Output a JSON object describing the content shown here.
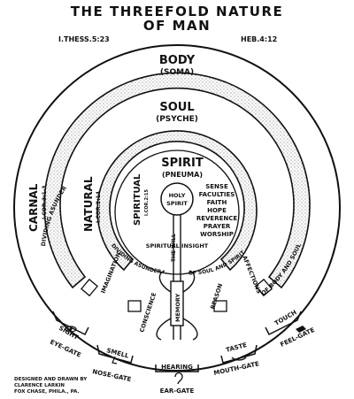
{
  "title_line1": "THE THREEFOLD NATURE",
  "title_line2": "OF MAN",
  "ref_left": "I.THESS.5:23",
  "ref_right": "HEB.4:12",
  "body": {
    "name": "BODY",
    "greek": "(SOMA)",
    "side_label": "CARNAL",
    "side_ref": "I.COR.3:1-3"
  },
  "soul": {
    "name": "SOUL",
    "greek": "(PSYCHE)",
    "side_label": "NATURAL",
    "side_ref": "I.COR.2:14"
  },
  "spirit": {
    "name": "SPIRIT",
    "greek": "(PNEUMA)",
    "side_label": "SPIRITUAL",
    "side_ref": "I.COR.2:15"
  },
  "holy_spirit": [
    "HOLY",
    "SPIRIT"
  ],
  "spirit_faculties": [
    "SENSE",
    "FACULTIES",
    "FAITH",
    "HOPE",
    "REVERENCE",
    "PRAYER",
    "WORSHIP"
  ],
  "band_texts": {
    "dividing_asunder": "DIVIDING ASUNDER",
    "of_body_and_soul": "OF BODY AND SOUL",
    "dividing_asunder_inner": "DIVIDING ASUNDER",
    "of_soul_and_spirit": "OF SOUL AND SPIRIT",
    "spiritual_insight": "SPIRITUAL INSIGHT",
    "the_will": "THE WILL"
  },
  "soul_faculties": [
    "IMAGINATION",
    "CONSCIENCE",
    "MEMORY",
    "REASON",
    "AFFECTIONS"
  ],
  "gates": [
    {
      "sense": "SIGHT",
      "gate": "EYE-GATE"
    },
    {
      "sense": "SMELL",
      "gate": "NOSE-GATE"
    },
    {
      "sense": "HEARING",
      "gate": "EAR-GATE"
    },
    {
      "sense": "TASTE",
      "gate": "MOUTH-GATE"
    },
    {
      "sense": "TOUCH",
      "gate": "FEEL-GATE"
    }
  ],
  "credit": [
    "DESIGNED AND DRAWN BY",
    "CLARENCE LARKIN",
    "FOX CHASE, PHILA., PA."
  ]
}
